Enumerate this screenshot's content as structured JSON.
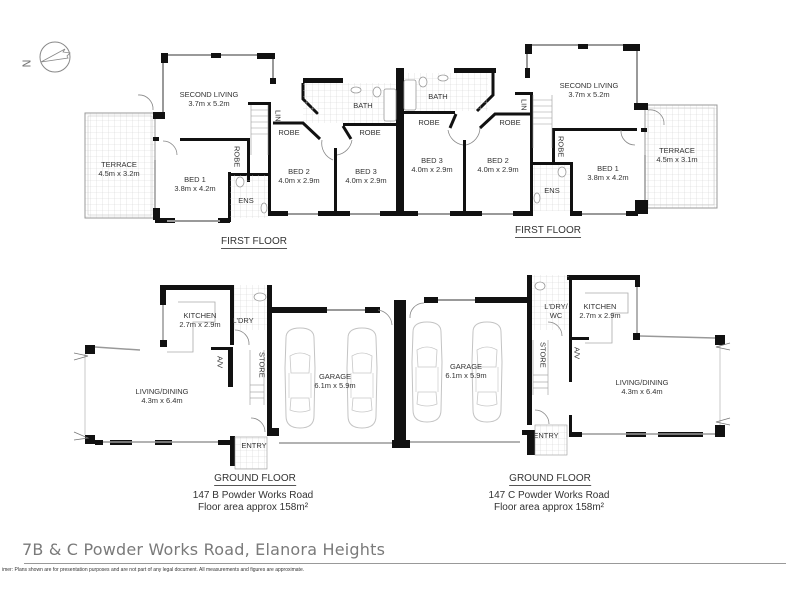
{
  "compass": {
    "north_label": "N"
  },
  "first_floor_b": {
    "title": "FIRST FLOOR",
    "rooms": [
      {
        "name": "SECOND LIVING",
        "size": "3.7m x 5.2m"
      },
      {
        "name": "TERRACE",
        "size": "4.5m x 3.2m"
      },
      {
        "name": "BED 1",
        "size": "3.8m x 4.2m"
      },
      {
        "name": "BED 2",
        "size": "4.0m x 2.9m"
      },
      {
        "name": "BED 3",
        "size": "4.0m x 2.9m"
      },
      {
        "name": "BATH"
      },
      {
        "name": "ROBE"
      },
      {
        "name": "ROBE"
      },
      {
        "name": "ROBE"
      },
      {
        "name": "ENS"
      },
      {
        "name": "LIN"
      }
    ]
  },
  "first_floor_c": {
    "title": "FIRST FLOOR",
    "rooms": [
      {
        "name": "SECOND LIVING",
        "size": "3.7m x 5.2m"
      },
      {
        "name": "TERRACE",
        "size": "4.5m x 3.1m"
      },
      {
        "name": "BED 1",
        "size": "3.8m x 4.2m"
      },
      {
        "name": "BED 2",
        "size": "4.0m x 2.9m"
      },
      {
        "name": "BED 3",
        "size": "4.0m x 2.9m"
      },
      {
        "name": "BATH"
      },
      {
        "name": "ROBE"
      },
      {
        "name": "ROBE"
      },
      {
        "name": "ROBE"
      },
      {
        "name": "ENS"
      },
      {
        "name": "LIN"
      }
    ]
  },
  "ground_floor_b": {
    "title": "GROUND FLOOR",
    "address": "147 B Powder Works Road",
    "area": "Floor area approx 158m²",
    "rooms": [
      {
        "name": "KITCHEN",
        "size": "2.7m x 2.9m"
      },
      {
        "name": "L'DRY"
      },
      {
        "name": "A/V"
      },
      {
        "name": "STORE"
      },
      {
        "name": "LIVING/DINING",
        "size": "4.3m x 6.4m"
      },
      {
        "name": "GARAGE",
        "size": "6.1m x 5.9m"
      },
      {
        "name": "ENTRY"
      }
    ]
  },
  "ground_floor_c": {
    "title": "GROUND FLOOR",
    "address": "147 C Powder Works Road",
    "area": "Floor area approx 158m²",
    "rooms": [
      {
        "name": "KITCHEN",
        "size": "2.7m x 2.9m"
      },
      {
        "name": "L'DRY/",
        "name2": "WC"
      },
      {
        "name": "A/V"
      },
      {
        "name": "STORE"
      },
      {
        "name": "LIVING/DINING",
        "size": "4.3m x 6.4m"
      },
      {
        "name": "GARAGE",
        "size": "6.1m x 5.9m"
      },
      {
        "name": "ENTRY"
      }
    ]
  },
  "footer": {
    "title": "7B & C Powder Works Road, Elanora Heights",
    "disclaimer": "imer: Plans shown are for presentation purposes and are not part of any legal document. All measurements and figures are approximate."
  },
  "colors": {
    "wall": "#111111",
    "thin": "#999999",
    "tile": "#d6d6d6",
    "car": "#c8c8c8",
    "footer_text": "#7a7a7a"
  }
}
